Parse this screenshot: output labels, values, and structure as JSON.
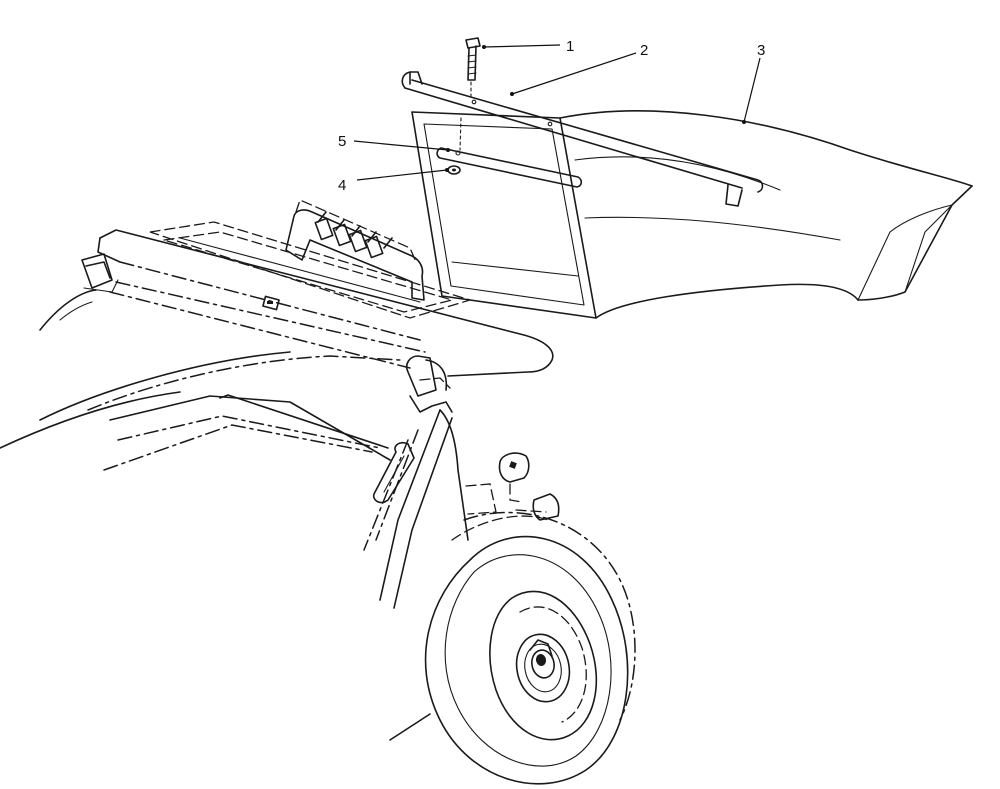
{
  "callouts": [
    {
      "id": "1",
      "label": "1"
    },
    {
      "id": "2",
      "label": "2"
    },
    {
      "id": "3",
      "label": "3"
    },
    {
      "id": "4",
      "label": "4"
    },
    {
      "id": "5",
      "label": "5"
    }
  ],
  "colors": {
    "ink": "#1a1a1a",
    "background": "#ffffff"
  }
}
